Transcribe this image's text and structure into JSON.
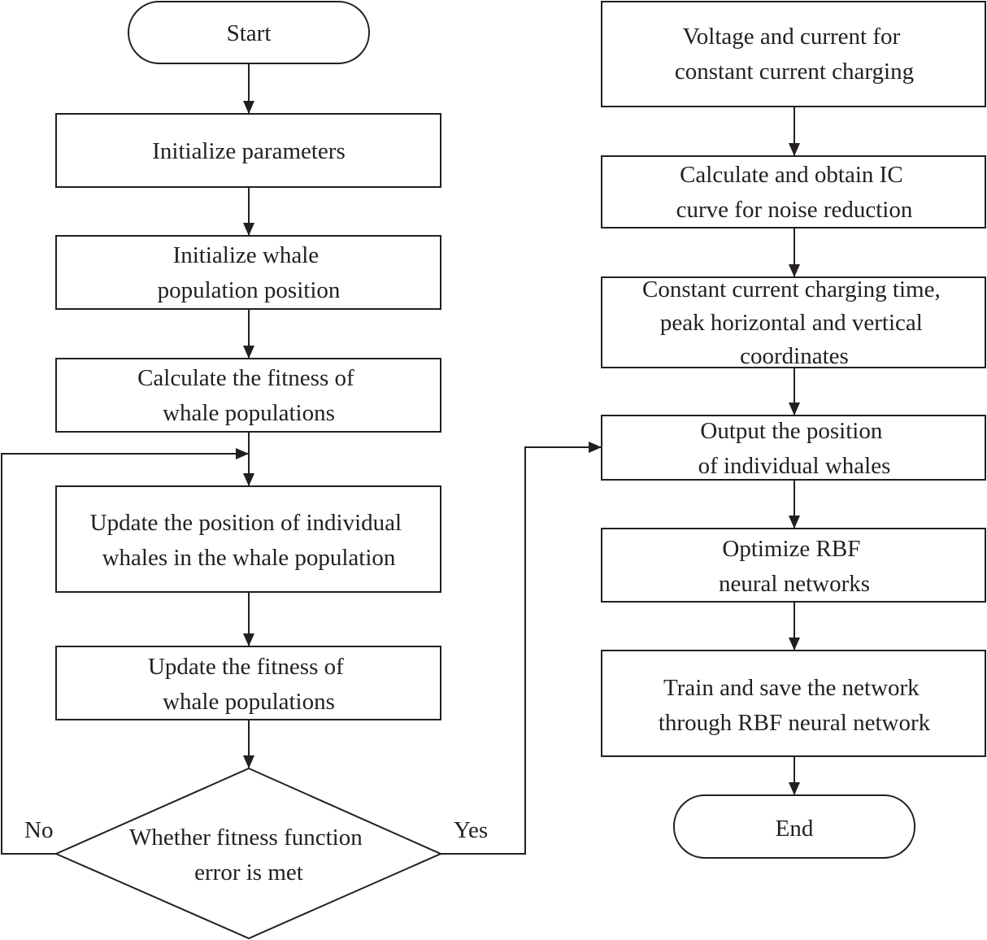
{
  "left_column": {
    "start": "Start",
    "step1": "Initialize parameters",
    "step2": [
      "Initialize whale",
      "population position"
    ],
    "step3": [
      "Calculate the fitness of",
      "whale populations"
    ],
    "step4": [
      "Update the position of individual",
      "whales in the whale population"
    ],
    "step5": [
      "Update the fitness of",
      "whale populations"
    ],
    "decision": [
      "Whether fitness function",
      "error is met"
    ],
    "no_label": "No",
    "yes_label": "Yes"
  },
  "right_column": {
    "step1": [
      "Voltage and current for",
      "constant current charging"
    ],
    "step2": [
      "Calculate and obtain IC",
      "curve for noise reduction"
    ],
    "step3": [
      "Constant current charging time,",
      "peak horizontal and vertical",
      "coordinates"
    ],
    "step4": [
      "Output the position",
      "of individual whales"
    ],
    "step5": [
      "Optimize RBF",
      "neural networks"
    ],
    "step6": [
      "Train and save the network",
      "through RBF neural network"
    ],
    "end": "End"
  }
}
